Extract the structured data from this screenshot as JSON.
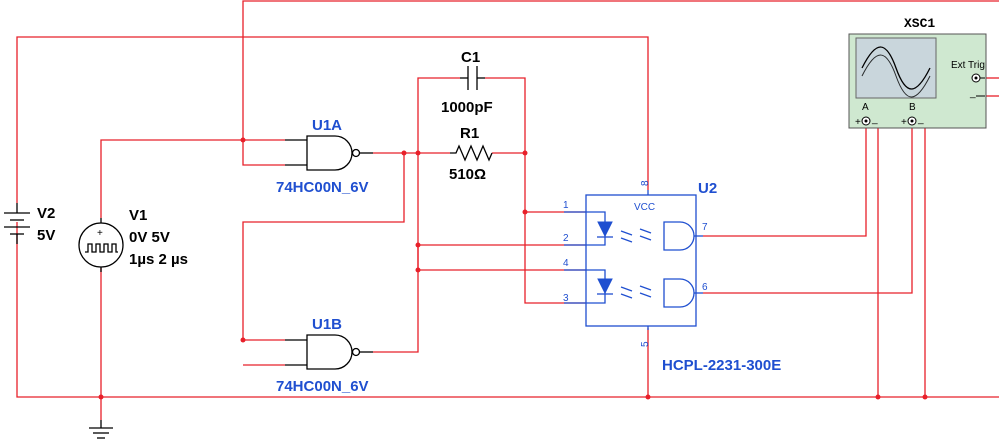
{
  "components": {
    "v2": {
      "ref": "V2",
      "value": "5V"
    },
    "v1": {
      "ref": "V1",
      "line1": "0V 5V",
      "line2": "1µs 2 µs"
    },
    "u1a": {
      "ref": "U1A",
      "part": "74HC00N_6V"
    },
    "u1b": {
      "ref": "U1B",
      "part": "74HC00N_6V"
    },
    "c1": {
      "ref": "C1",
      "value": "1000pF"
    },
    "r1": {
      "ref": "R1",
      "value": "510Ω"
    },
    "u2": {
      "ref": "U2",
      "part": "HCPL-2231-300E",
      "vcc": "VCC",
      "pins": {
        "p1": "1",
        "p2": "2",
        "p3": "3",
        "p4": "4",
        "p5": "5",
        "p6": "6",
        "p7": "7",
        "p8": "8"
      }
    },
    "xsc1": {
      "ref": "XSC1",
      "trig": "Ext Trig",
      "chA": "A",
      "chB": "B",
      "plus": "+",
      "minus": "_"
    }
  },
  "colors": {
    "wire": "#e8202a",
    "component": "#000000",
    "label": "#1f4fd0",
    "scope_body": "#cfe8d0",
    "scope_screen": "#c9d6dc"
  }
}
